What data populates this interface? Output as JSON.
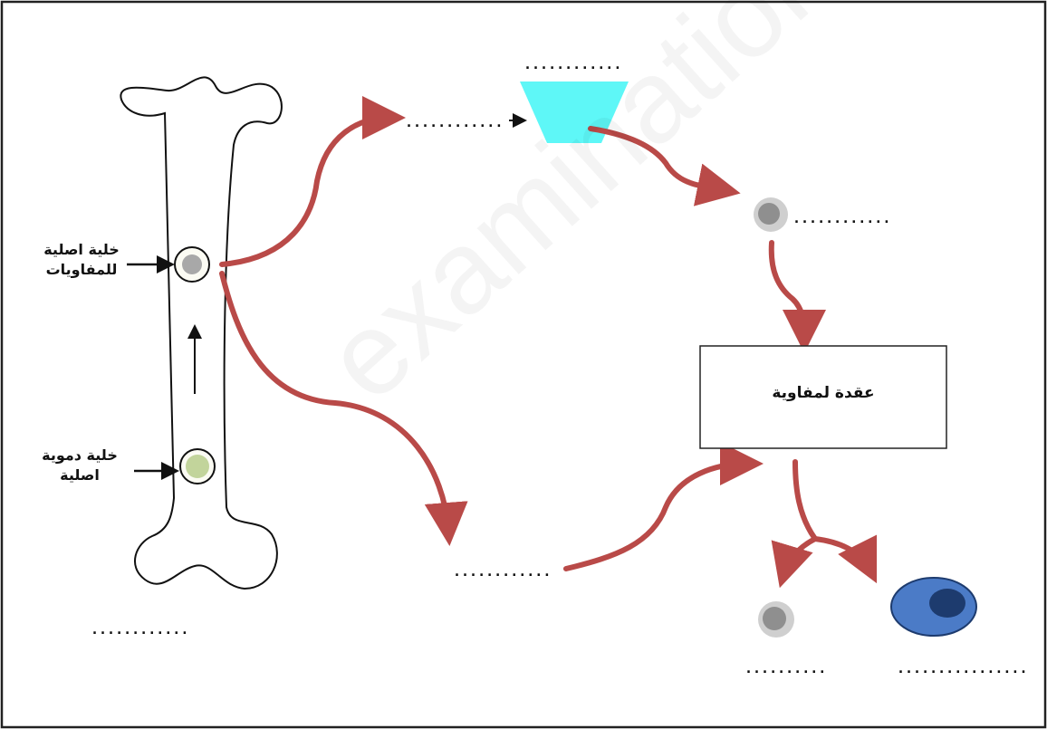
{
  "labels": {
    "stem_cell_lymph": "خلية اصلية\nللمفاويات",
    "blood_stem_cell": "خلية دموية\nاصلية",
    "lymph_node": "عقدة لمفاوية"
  },
  "blanks": {
    "top_thymus": "............",
    "upper_branch": "............",
    "cell_after_thymus": "............",
    "lower_branch": "............",
    "bone_marrow": "............",
    "small_cell_bottom": "..........",
    "plasma_cell_bottom": "................"
  },
  "watermark": "examination.com/exam",
  "colors": {
    "arrow_red": "#b94a48",
    "thymus_cyan": "#5ef7f7",
    "cell_grey": "#8f8f8f",
    "stem_green": "#c2d49b",
    "plasma_blue": "#4b7bc7",
    "plasma_nucleus": "#1d3b6e"
  }
}
